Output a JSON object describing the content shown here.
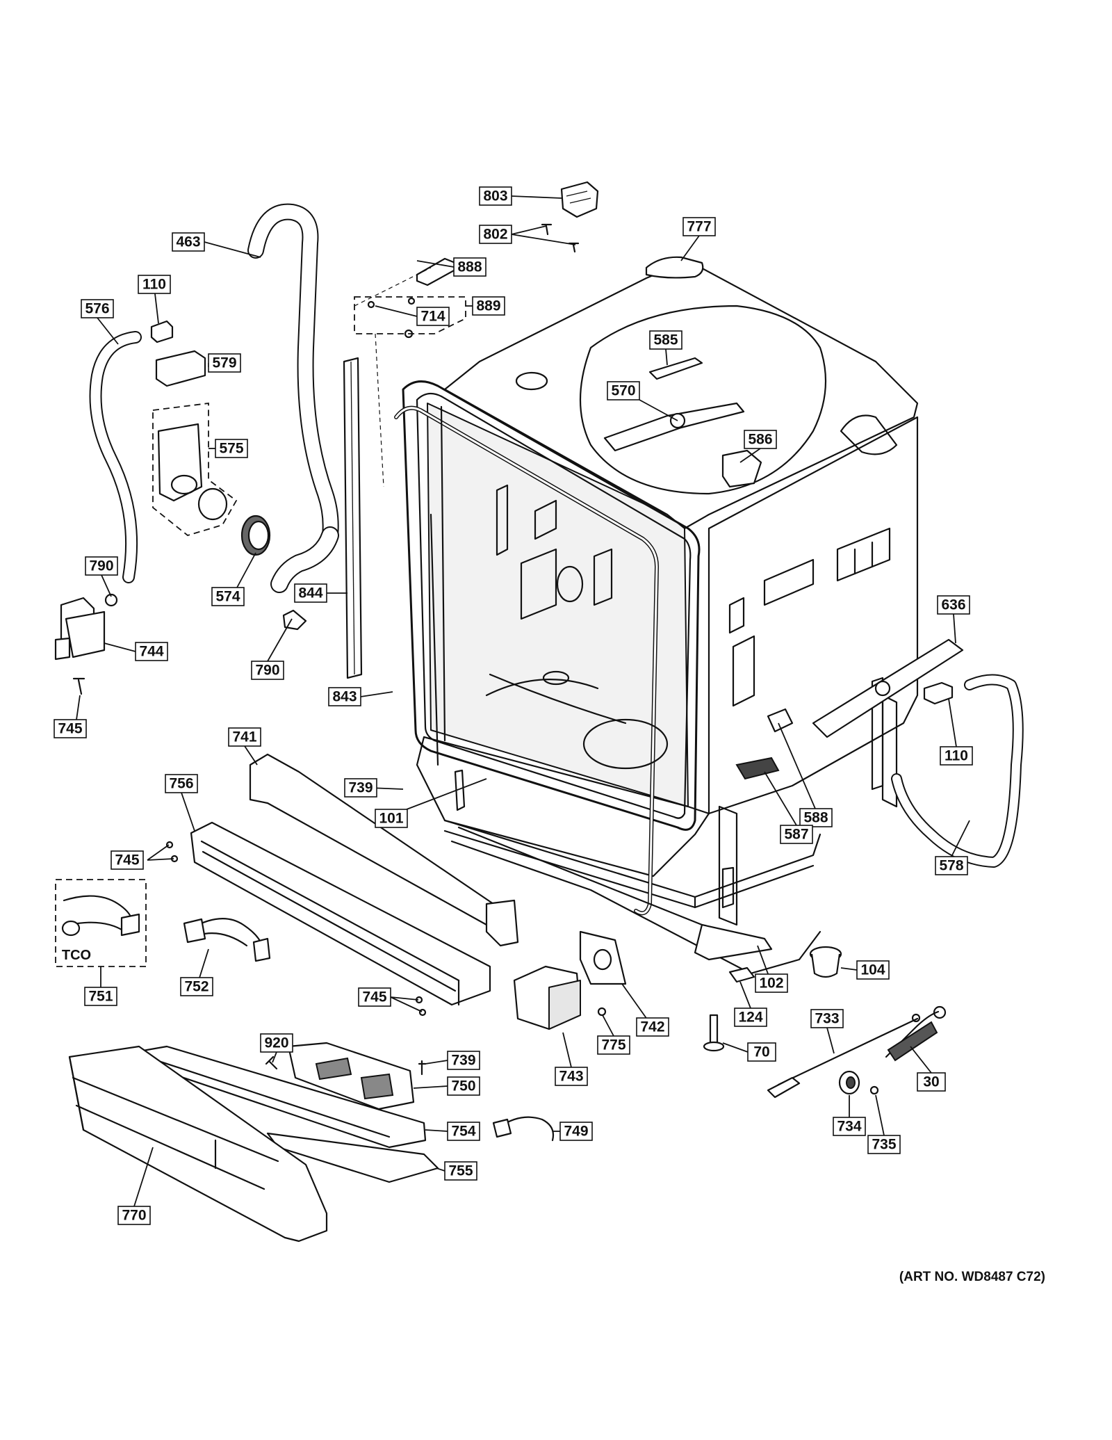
{
  "art_number": "(ART NO. WD8487 C72)",
  "tco_label": "TCO",
  "callouts": [
    {
      "id": "c803",
      "label": "803"
    },
    {
      "id": "c802",
      "label": "802"
    },
    {
      "id": "c777",
      "label": "777"
    },
    {
      "id": "c463",
      "label": "463"
    },
    {
      "id": "c888",
      "label": "888"
    },
    {
      "id": "c889",
      "label": "889"
    },
    {
      "id": "c714",
      "label": "714"
    },
    {
      "id": "c110a",
      "label": "110"
    },
    {
      "id": "c576",
      "label": "576"
    },
    {
      "id": "c579",
      "label": "579"
    },
    {
      "id": "c585",
      "label": "585"
    },
    {
      "id": "c570",
      "label": "570"
    },
    {
      "id": "c575",
      "label": "575"
    },
    {
      "id": "c586",
      "label": "586"
    },
    {
      "id": "c790a",
      "label": "790"
    },
    {
      "id": "c574",
      "label": "574"
    },
    {
      "id": "c844",
      "label": "844"
    },
    {
      "id": "c636",
      "label": "636"
    },
    {
      "id": "c744",
      "label": "744"
    },
    {
      "id": "c790b",
      "label": "790"
    },
    {
      "id": "c843",
      "label": "843"
    },
    {
      "id": "c745a",
      "label": "745"
    },
    {
      "id": "c110b",
      "label": "110"
    },
    {
      "id": "c741",
      "label": "741"
    },
    {
      "id": "c739a",
      "label": "739"
    },
    {
      "id": "c588",
      "label": "588"
    },
    {
      "id": "c756",
      "label": "756"
    },
    {
      "id": "c101",
      "label": "101"
    },
    {
      "id": "c587",
      "label": "587"
    },
    {
      "id": "c578",
      "label": "578"
    },
    {
      "id": "c745b",
      "label": "745"
    },
    {
      "id": "c104",
      "label": "104"
    },
    {
      "id": "c102",
      "label": "102"
    },
    {
      "id": "c751",
      "label": "751"
    },
    {
      "id": "c752",
      "label": "752"
    },
    {
      "id": "c745c",
      "label": "745"
    },
    {
      "id": "c124",
      "label": "124"
    },
    {
      "id": "c742",
      "label": "742"
    },
    {
      "id": "c733",
      "label": "733"
    },
    {
      "id": "c775",
      "label": "775"
    },
    {
      "id": "c70",
      "label": "70"
    },
    {
      "id": "c920",
      "label": "920"
    },
    {
      "id": "c739b",
      "label": "739"
    },
    {
      "id": "c743",
      "label": "743"
    },
    {
      "id": "c30",
      "label": "30"
    },
    {
      "id": "c750",
      "label": "750"
    },
    {
      "id": "c754",
      "label": "754"
    },
    {
      "id": "c734",
      "label": "734"
    },
    {
      "id": "c735",
      "label": "735"
    },
    {
      "id": "c749",
      "label": "749"
    },
    {
      "id": "c755",
      "label": "755"
    },
    {
      "id": "c770",
      "label": "770"
    }
  ]
}
